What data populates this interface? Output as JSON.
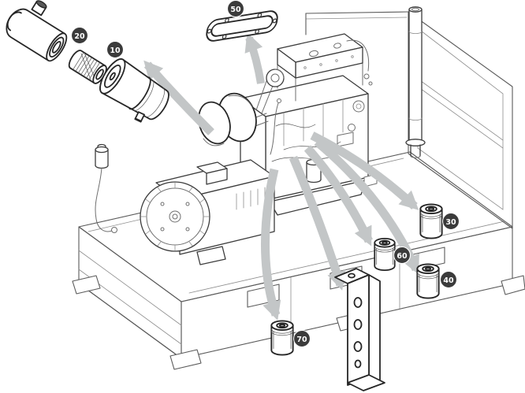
{
  "diagram": {
    "callouts": {
      "c10": "10",
      "c20": "20",
      "c30": "30",
      "c40": "40",
      "c50": "50",
      "c60": "60",
      "c70": "70"
    },
    "colors": {
      "background": "#ffffff",
      "line_dark": "#262626",
      "line_medium": "#3c3c3c",
      "line_light": "#8d8d8d",
      "arrow": "#c3c6c7",
      "balloon_fill": "#3b3b3b",
      "balloon_text": "#ffffff"
    }
  }
}
